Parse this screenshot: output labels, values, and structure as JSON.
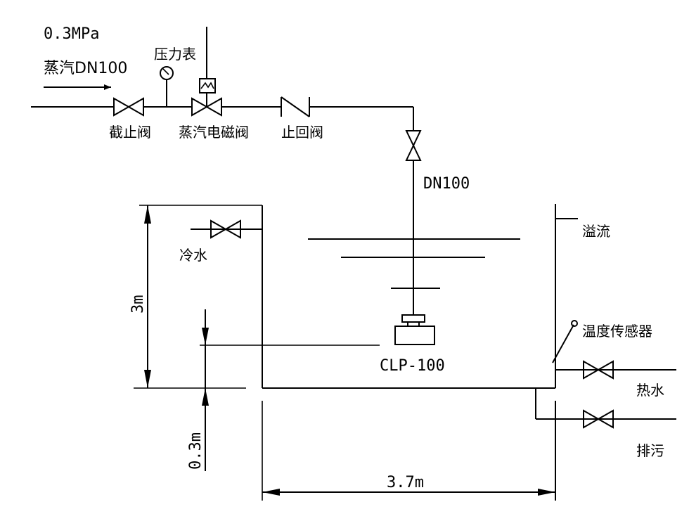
{
  "labels": {
    "pressure": "0.3MPa",
    "steam_inlet": "蒸汽DN100",
    "pressure_gauge": "压力表",
    "globe_valve": "截止阀",
    "steam_solenoid_valve": "蒸汽电磁阀",
    "check_valve": "止回阀",
    "pipe_size": "DN100",
    "overflow": "溢流",
    "cold_water": "冷水",
    "temp_sensor": "温度传感器",
    "hot_water": "热水",
    "drain": "排污",
    "heater_model": "CLP-100",
    "height_tank": "3m",
    "height_base": "0.3m",
    "width_tank": "3.7m"
  }
}
